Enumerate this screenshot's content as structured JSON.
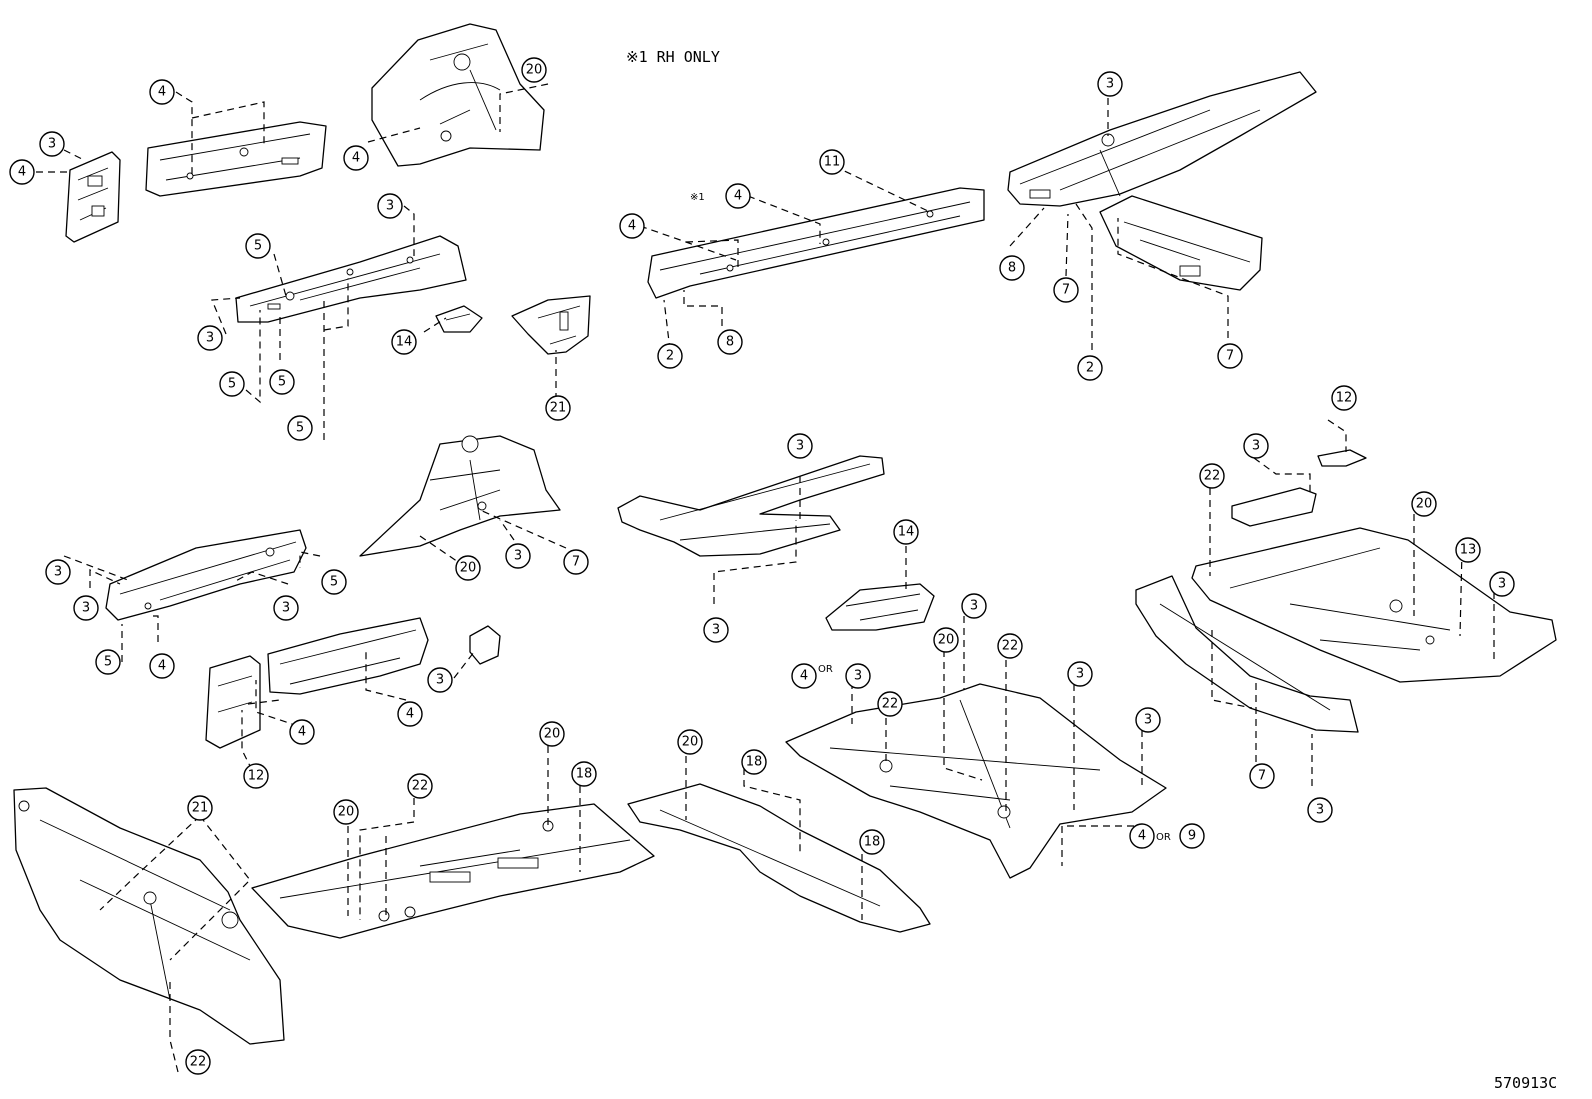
{
  "note": "※1 RH ONLY",
  "note_marker": "※1",
  "or_text": "OR",
  "figure_code": "570913C",
  "callouts": [
    "3",
    "4",
    "20",
    "4",
    "3",
    "4",
    "5",
    "3",
    "5",
    "5",
    "5",
    "14",
    "21",
    "2",
    "8",
    "11",
    "4",
    "4",
    "3",
    "8",
    "7",
    "2",
    "7",
    "3",
    "3",
    "3",
    "3",
    "5",
    "5",
    "4",
    "20",
    "3",
    "7",
    "3",
    "14",
    "3",
    "4",
    "4",
    "12",
    "12",
    "3",
    "22",
    "20",
    "13",
    "3",
    "3",
    "22",
    "20",
    "22",
    "3",
    "3",
    "4",
    "3",
    "4",
    "9",
    "7",
    "3",
    "21",
    "22",
    "20",
    "22",
    "20",
    "18",
    "20",
    "18"
  ]
}
